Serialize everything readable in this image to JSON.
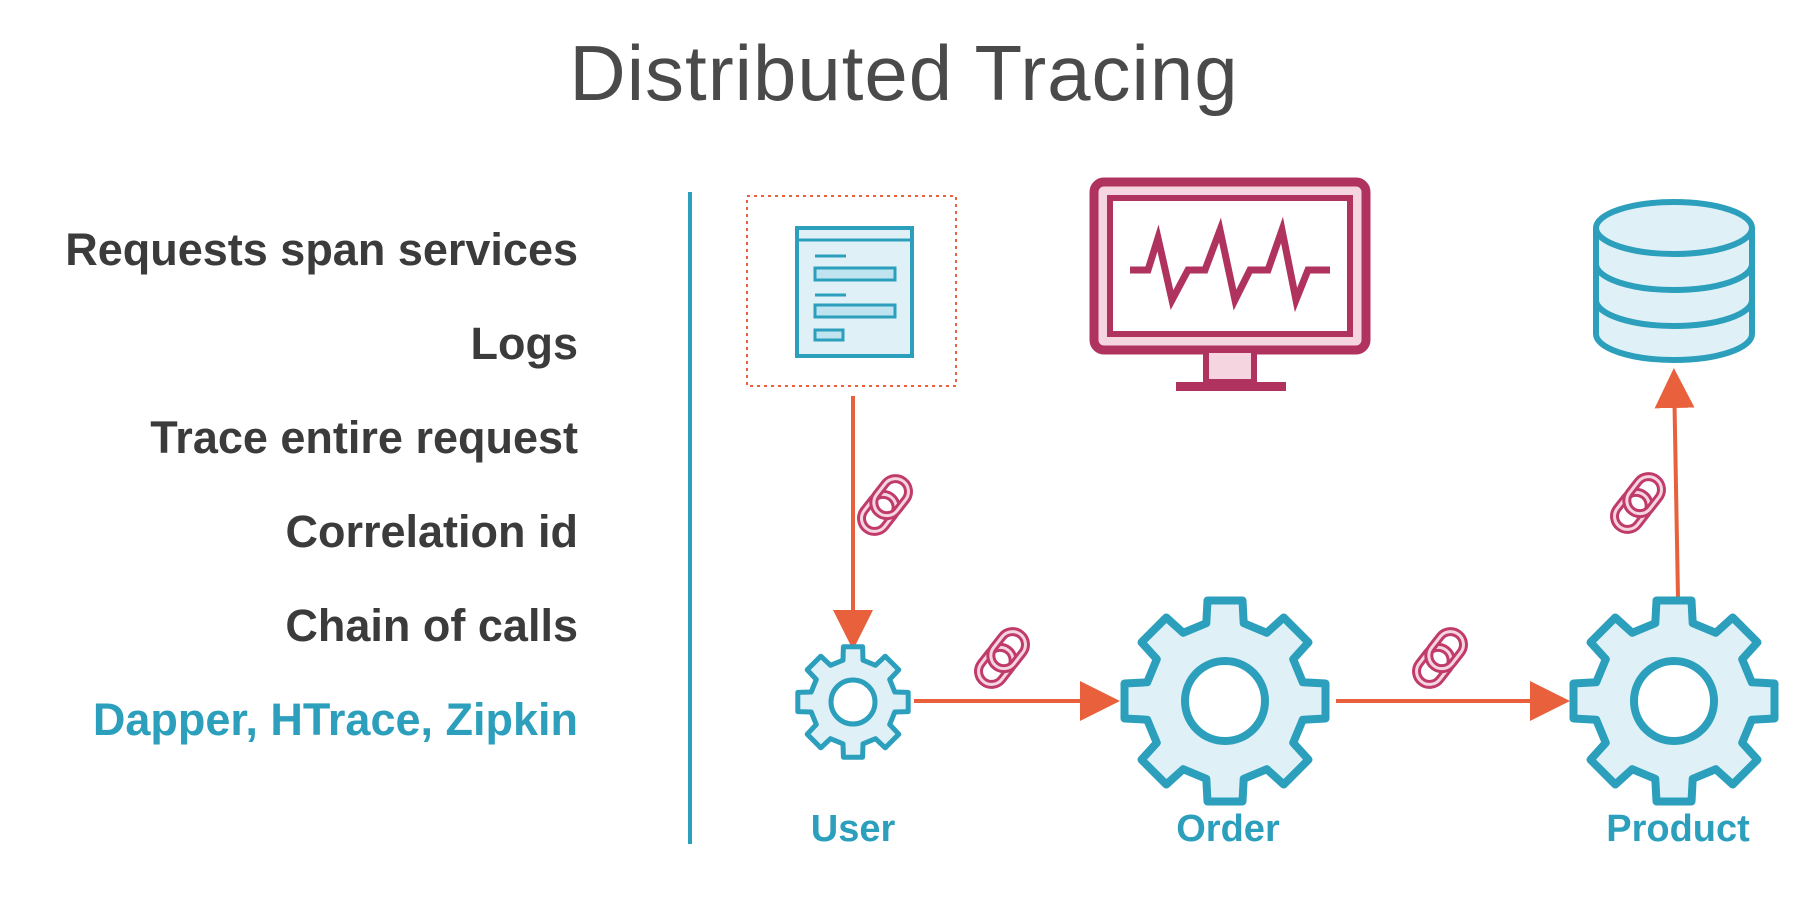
{
  "title": "Distributed Tracing",
  "bullets": [
    "Requests span services",
    "Logs",
    "Trace entire request",
    "Correlation id",
    "Chain of calls",
    "Dapper, HTrace, Zipkin"
  ],
  "services": {
    "user": "User",
    "order": "Order",
    "product": "Product"
  },
  "colors": {
    "accent": "#2b9fbc",
    "arrow": "#e8603c",
    "monitor": "#b0325e",
    "fill": "#dff1f7"
  },
  "icons": [
    "browser-window-icon",
    "heartbeat-monitor-icon",
    "database-icon",
    "chain-link-icon",
    "gear-icon"
  ]
}
